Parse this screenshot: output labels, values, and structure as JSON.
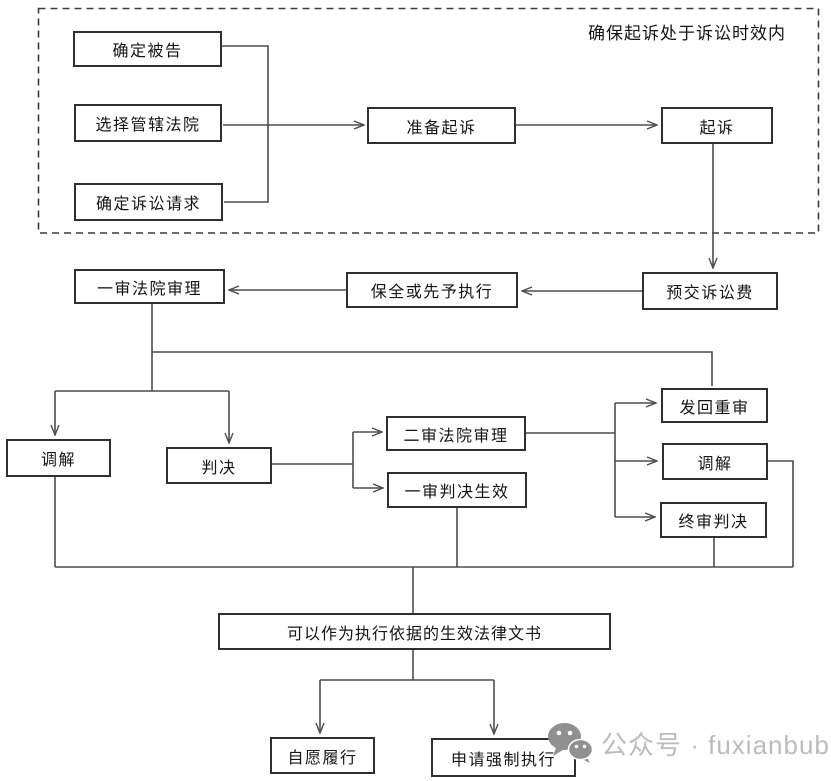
{
  "diagram": {
    "annotation": "确保起诉处于诉讼时效内",
    "nodes": {
      "determine_defendant": "确定被告",
      "choose_court": "选择管辖法院",
      "determine_claims": "确定诉讼请求",
      "prepare_lawsuit": "准备起诉",
      "file_lawsuit": "起诉",
      "prepay_fee": "预交诉讼费",
      "preservation_or_advance_execution": "保全或先予执行",
      "first_instance_trial": "一审法院审理",
      "mediation_first_instance": "调解",
      "judgment": "判决",
      "second_instance_trial": "二审法院审理",
      "first_instance_judgment_effective": "一审判决生效",
      "remand_for_retrial": "发回重审",
      "mediation_second_instance": "调解",
      "final_judgment": "终审判决",
      "effective_legal_documents": "可以作为执行依据的生效法律文书",
      "voluntary_performance": "自愿履行",
      "apply_compulsory_enforcement": "申请强制执行"
    }
  },
  "watermark": {
    "label": "公众号 · fuxianbubin",
    "icon": "wechat-icon"
  },
  "colors": {
    "background": "#ffffff",
    "line": "#4d4d4d",
    "box_border": "#2f2f2f",
    "text": "#141414",
    "watermark_text": "#bcbcbc",
    "watermark_icon": "#909090"
  }
}
